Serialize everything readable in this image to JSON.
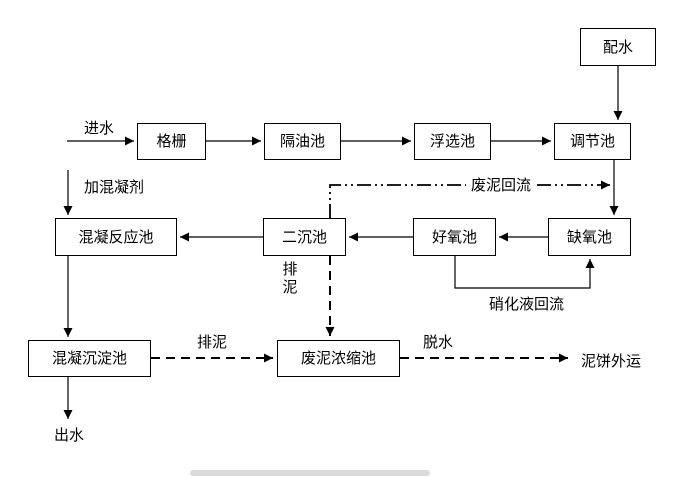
{
  "diagram": {
    "nodes": {
      "distribution": "配水",
      "screen": "格栅",
      "oil_tank": "隔油池",
      "flotation": "浮选池",
      "regulating": "调节池",
      "coag_reaction": "混凝反应池",
      "secondary_sed": "二沉池",
      "aerobic": "好氧池",
      "anoxic": "缺氧池",
      "coag_sed": "混凝沉淀池",
      "sludge_thickener": "废泥浓缩池"
    },
    "labels": {
      "influent": "进水",
      "add_coagulant": "加混凝剂",
      "waste_sludge_return": "废泥回流",
      "sludge_discharge_v": "排泥",
      "nitrified_return": "硝化液回流",
      "sludge_discharge_h": "排泥",
      "dewatering": "脱水",
      "cake_transport": "泥饼外运",
      "effluent": "出水"
    }
  }
}
